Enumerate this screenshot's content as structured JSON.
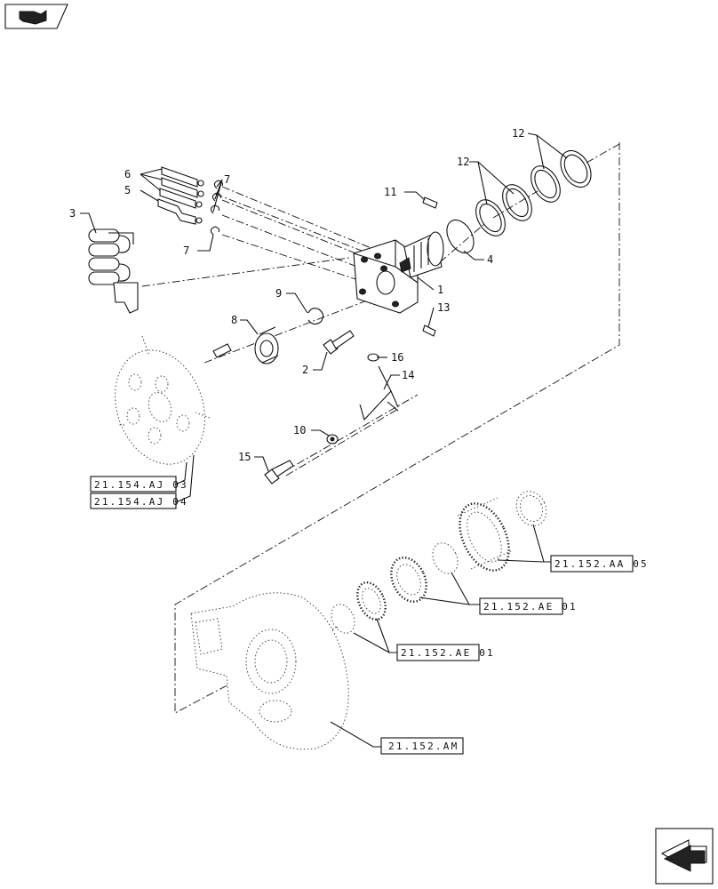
{
  "diagram": {
    "callouts": [
      {
        "id": "1",
        "text": "1"
      },
      {
        "id": "2",
        "text": "2"
      },
      {
        "id": "3",
        "text": "3"
      },
      {
        "id": "4",
        "text": "4"
      },
      {
        "id": "5",
        "text": "5"
      },
      {
        "id": "6",
        "text": "6"
      },
      {
        "id": "7a",
        "text": "7"
      },
      {
        "id": "7b",
        "text": "7"
      },
      {
        "id": "8",
        "text": "8"
      },
      {
        "id": "9",
        "text": "9"
      },
      {
        "id": "10",
        "text": "10"
      },
      {
        "id": "11",
        "text": "11"
      },
      {
        "id": "12a",
        "text": "12"
      },
      {
        "id": "12b",
        "text": "12"
      },
      {
        "id": "13",
        "text": "13"
      },
      {
        "id": "14",
        "text": "14"
      },
      {
        "id": "15",
        "text": "15"
      },
      {
        "id": "16",
        "text": "16"
      }
    ],
    "references": [
      {
        "id": "ref-aj03",
        "text": "21.154.AJ 03"
      },
      {
        "id": "ref-aj04",
        "text": "21.154.AJ 04"
      },
      {
        "id": "ref-aa05",
        "text": "21.152.AA 05"
      },
      {
        "id": "ref-ae01a",
        "text": "21.152.AE 01"
      },
      {
        "id": "ref-ae01b",
        "text": "21.152.AE 01"
      },
      {
        "id": "ref-am",
        "text": "21.152.AM"
      }
    ],
    "nav": {
      "top_icon": "book-arrow-icon",
      "bottom_icon": "next-page-arrow-icon"
    }
  }
}
